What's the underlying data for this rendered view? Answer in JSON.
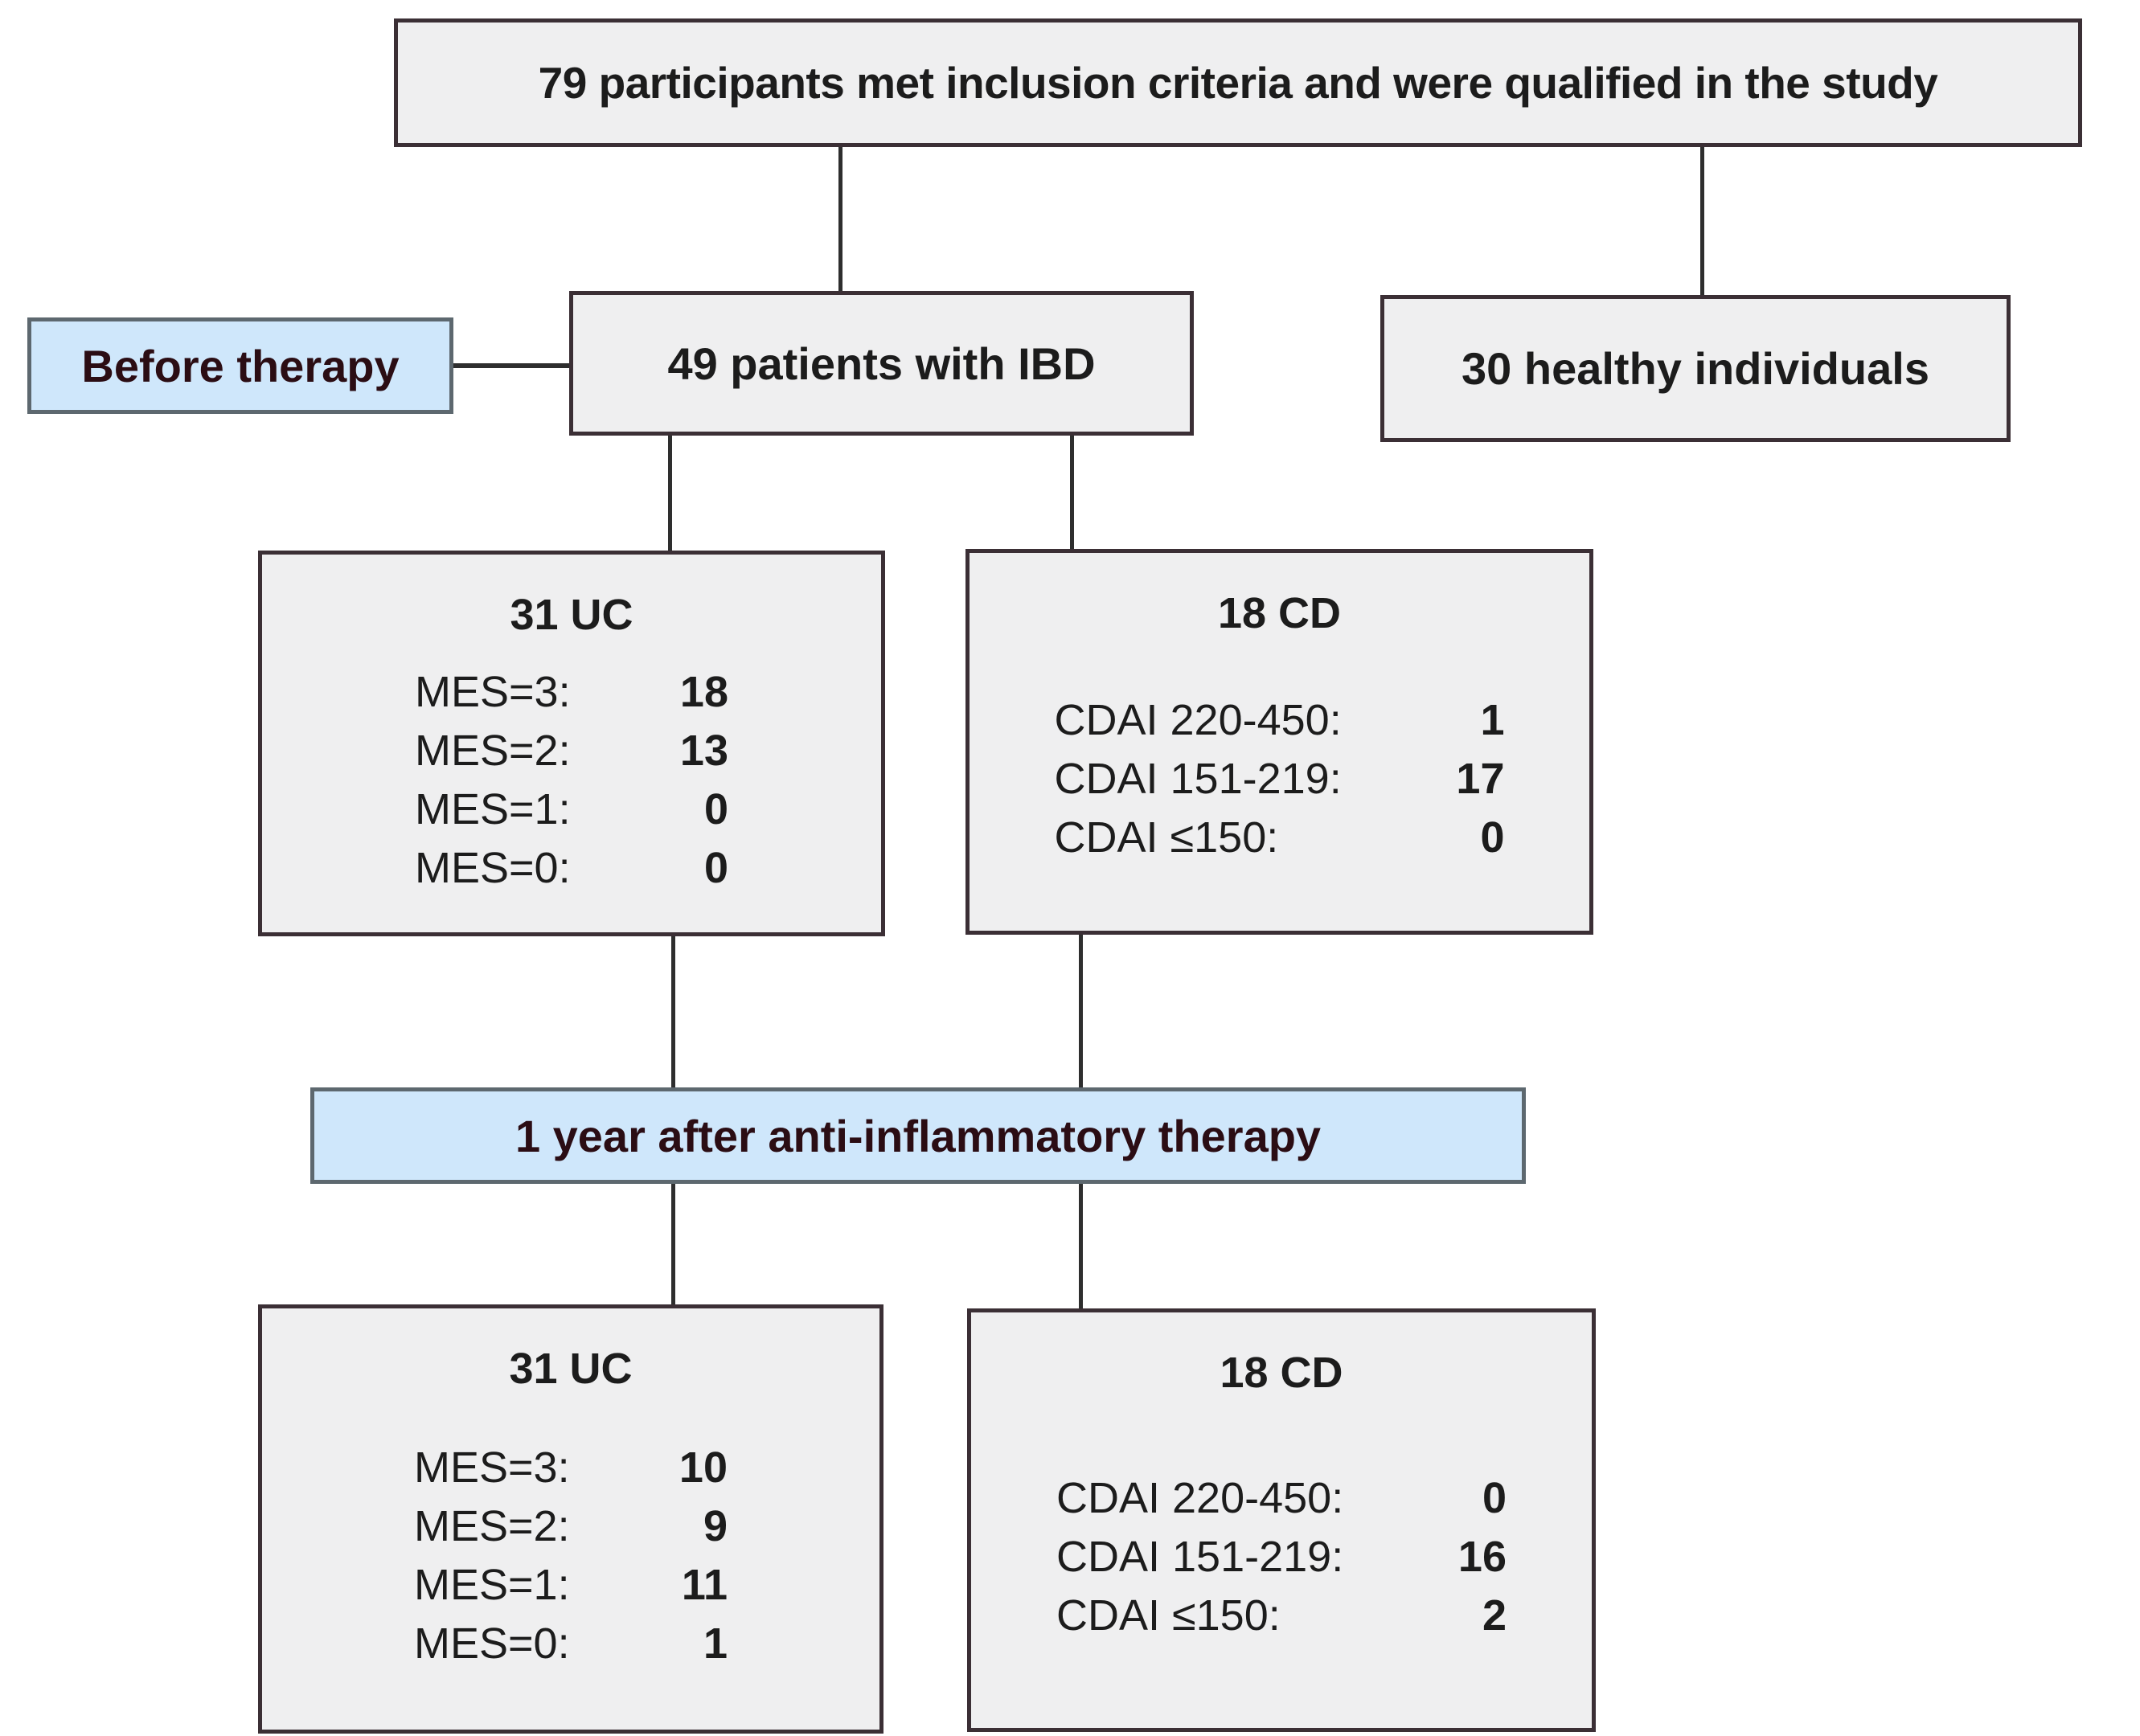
{
  "flowchart": {
    "top_box": "79 participants met inclusion criteria and were qualified in the study",
    "before_therapy": "Before therapy",
    "ibd_box": "49 patients with IBD",
    "healthy_box": "30 healthy individuals",
    "after_therapy": "1 year after anti-inflammatory therapy",
    "uc_before": {
      "title": "31 UC",
      "rows": [
        {
          "label": "MES=3:",
          "value": "18"
        },
        {
          "label": "MES=2:",
          "value": "13"
        },
        {
          "label": "MES=1:",
          "value": "0"
        },
        {
          "label": "MES=0:",
          "value": "0"
        }
      ]
    },
    "cd_before": {
      "title": "18 CD",
      "rows": [
        {
          "label": "CDAI 220-450:",
          "value": "1"
        },
        {
          "label": "CDAI 151-219:",
          "value": "17"
        },
        {
          "label": "CDAI ≤150:",
          "value": "0"
        }
      ]
    },
    "uc_after": {
      "title": "31 UC",
      "rows": [
        {
          "label": "MES=3:",
          "value": "10"
        },
        {
          "label": "MES=2:",
          "value": "9"
        },
        {
          "label": "MES=1:",
          "value": "11"
        },
        {
          "label": "MES=0:",
          "value": "1"
        }
      ]
    },
    "cd_after": {
      "title": "18 CD",
      "rows": [
        {
          "label": "CDAI 220-450:",
          "value": "0"
        },
        {
          "label": "CDAI 151-219:",
          "value": "16"
        },
        {
          "label": "CDAI ≤150:",
          "value": "2"
        }
      ]
    },
    "colors": {
      "box_fill": "#efeff0",
      "box_border": "#3b2f35",
      "blue_fill": "#cfe7fb",
      "blue_border": "#5d686f",
      "blue_text": "#2b0d14",
      "line": "#2e2e2e"
    }
  }
}
